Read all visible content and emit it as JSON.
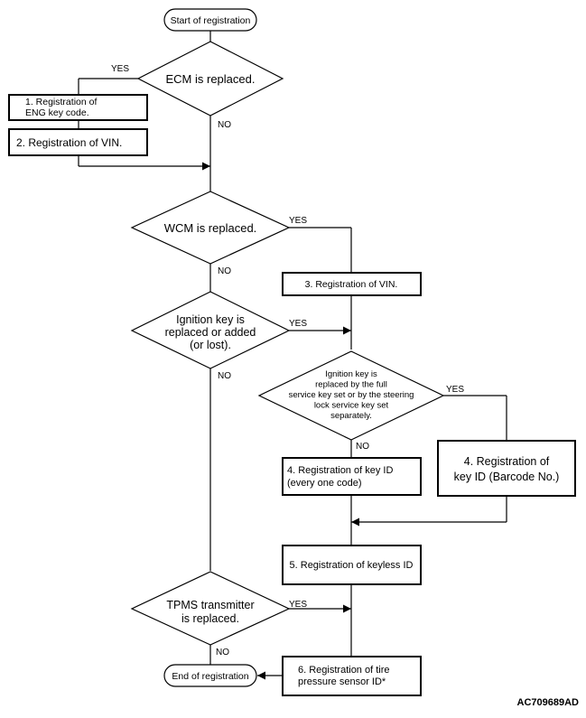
{
  "flowchart": {
    "start": "Start of registration",
    "end": "End of registration",
    "decisions": {
      "ecm": [
        "ECM is replaced."
      ],
      "wcm": [
        "WCM is replaced."
      ],
      "ignition": [
        "Ignition key is",
        "replaced or added",
        "(or lost)."
      ],
      "fullset": [
        "Ignition key is",
        "replaced by the full",
        "service key set or by the steering",
        "lock service key set",
        "separately."
      ],
      "tpms": [
        "TPMS transmitter",
        "is replaced."
      ]
    },
    "steps": {
      "eng_key": [
        "1. Registration of",
        "ENG key code."
      ],
      "vin_a": [
        "2. Registration of VIN."
      ],
      "vin_b": [
        "3. Registration of VIN."
      ],
      "key_id": [
        "4. Registration of key ID",
        "(every one code)"
      ],
      "key_barcode": [
        "4. Registration of",
        "key ID (Barcode No.)"
      ],
      "keyless": [
        "5. Registration of keyless ID"
      ],
      "tire": [
        "6. Registration of tire",
        "pressure sensor ID*"
      ]
    },
    "labels": {
      "yes": "YES",
      "no": "NO"
    }
  },
  "figure_code": "AC709689AD"
}
